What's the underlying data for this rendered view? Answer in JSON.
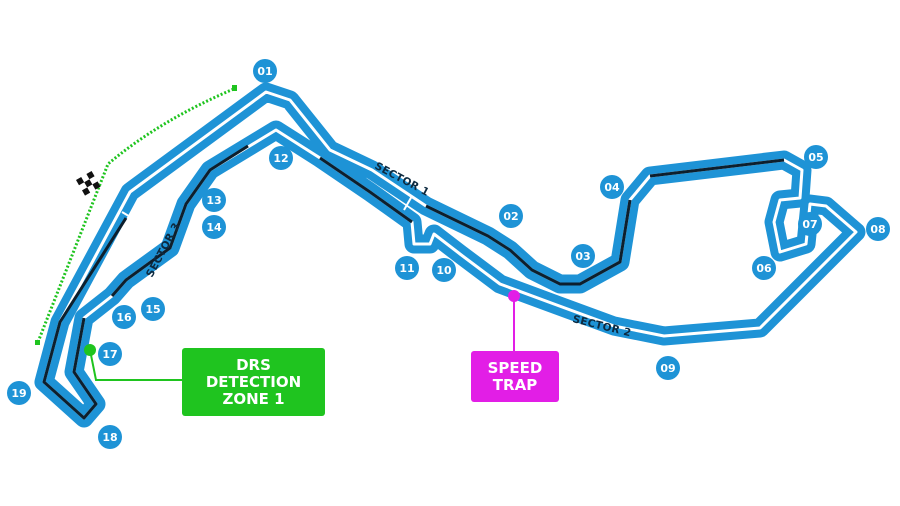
{
  "colors": {
    "track": "#1e93d6",
    "track_center": "#ffffff",
    "drs_zone": "#0d1f2d",
    "sector_mark": "#0d2a40",
    "drs_detection": "#1fc41f",
    "speed_trap": "#e21ee6"
  },
  "turns": [
    "01",
    "02",
    "03",
    "04",
    "05",
    "06",
    "07",
    "08",
    "09",
    "10",
    "11",
    "12",
    "13",
    "14",
    "15",
    "16",
    "17",
    "18",
    "19"
  ],
  "sectors": [
    "SECTOR 1",
    "SECTOR 2",
    "SECTOR 3"
  ],
  "drs_detection": {
    "lines": [
      "DRS",
      "DETECTION",
      "ZONE 1"
    ]
  },
  "speed_trap": {
    "lines": [
      "SPEED",
      "TRAP"
    ]
  },
  "icons": {
    "start_finish": "checkered-flag-icon"
  }
}
